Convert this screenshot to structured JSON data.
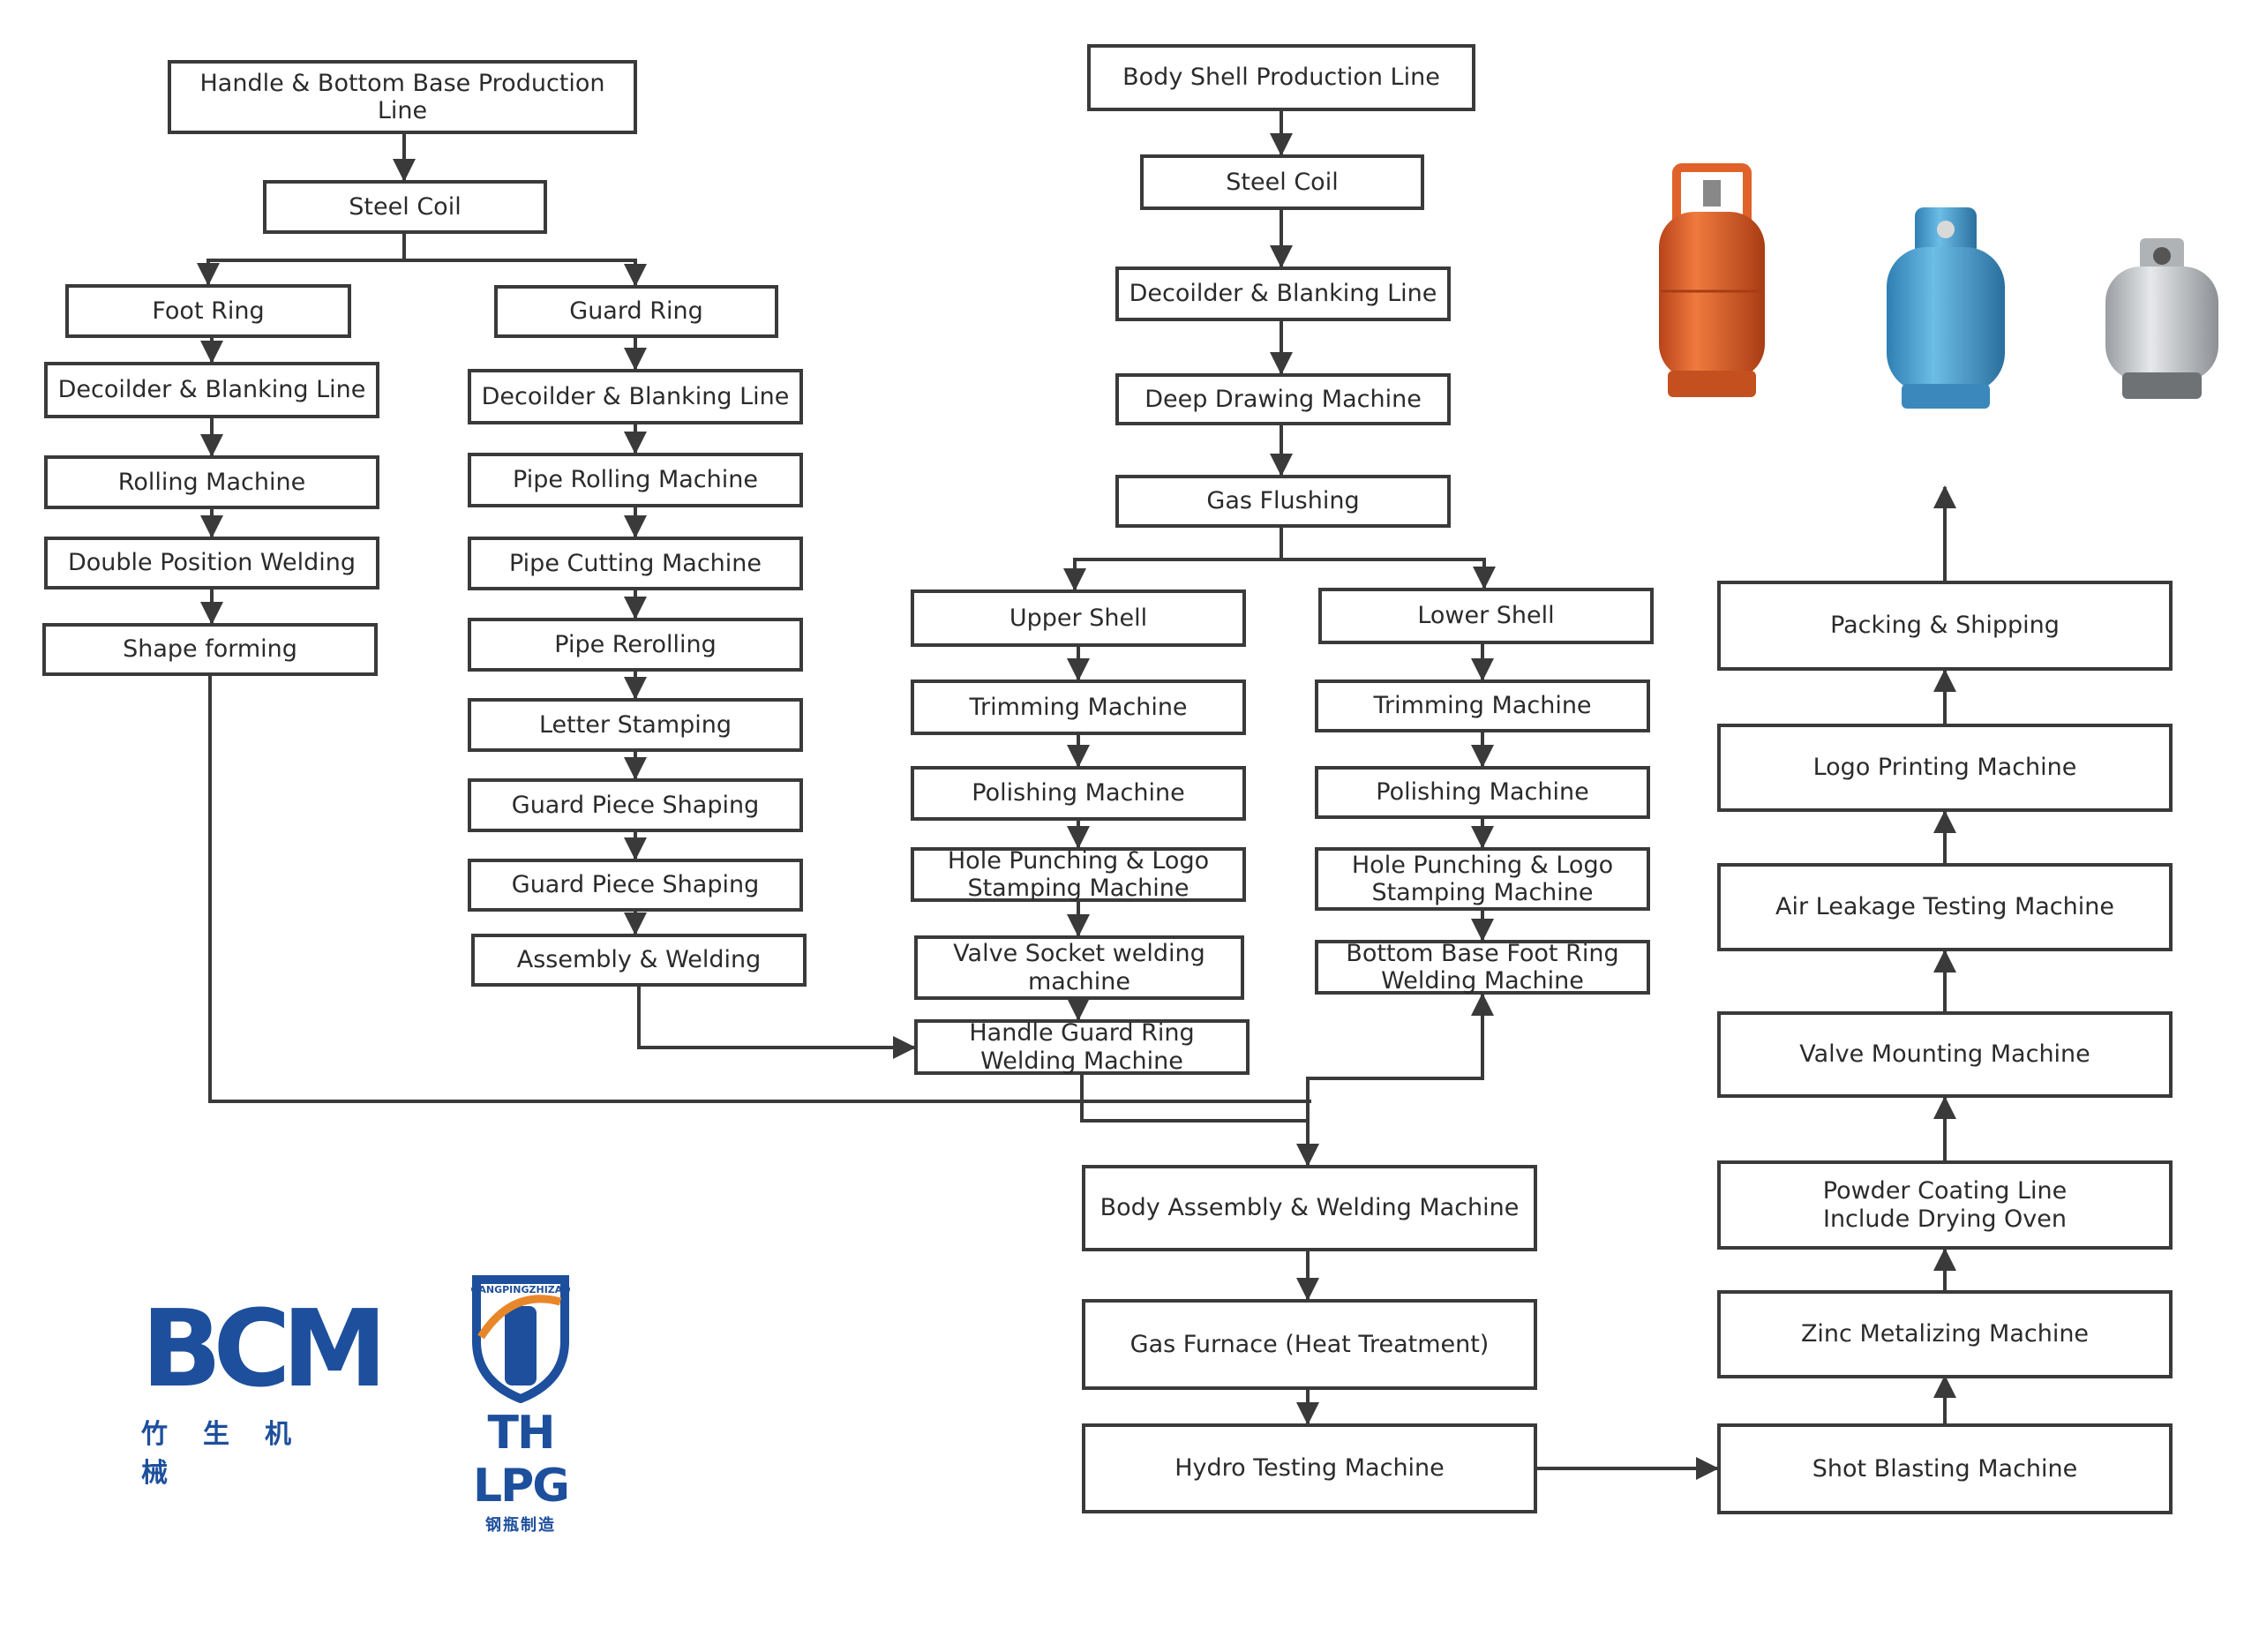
{
  "left_line": {
    "title": "Handle & Bottom Base Production Line",
    "steel_coil": "Steel Coil",
    "foot_ring_branch": [
      "Foot Ring",
      "Decoilder & Blanking Line",
      "Rolling Machine",
      "Double Position Welding",
      "Shape forming"
    ],
    "guard_ring_branch": [
      "Guard Ring",
      "Decoilder & Blanking Line",
      "Pipe Rolling Machine",
      "Pipe Cutting Machine",
      "Pipe Rerolling",
      "Letter Stamping",
      "Guard Piece Shaping",
      "Guard Piece Shaping",
      "Assembly & Welding"
    ]
  },
  "body_line": {
    "title": "Body Shell Production Line",
    "steps": [
      "Steel Coil",
      "Decoilder & Blanking Line",
      "Deep Drawing Machine",
      "Gas Flushing"
    ],
    "upper_branch": [
      "Upper Shell",
      "Trimming Machine",
      "Polishing Machine",
      "Hole Punching & Logo\nStamping Machine",
      "Valve Socket welding\nmachine",
      "Handle Guard Ring\nWelding Machine"
    ],
    "lower_branch": [
      "Lower Shell",
      "Trimming Machine",
      "Polishing Machine",
      "Hole Punching & Logo\nStamping Machine",
      "Bottom Base Foot Ring\nWelding Machine"
    ],
    "final_steps": [
      "Body Assembly & Welding Machine",
      "Gas Furnace (Heat Treatment)",
      "Hydro Testing Machine"
    ]
  },
  "finishing_line": {
    "steps_bottom_to_top": [
      "Shot Blasting Machine",
      "Zinc Metalizing Machine",
      "Powder Coating Line\nInclude Drying Oven",
      "Valve Mounting Machine",
      "Air Leakage Testing Machine",
      "Logo Printing Machine",
      "Packing & Shipping"
    ]
  },
  "products": [
    {
      "name": "orange-cylinder",
      "color": "#e0622a"
    },
    {
      "name": "blue-cylinder",
      "color": "#4aa3d6"
    },
    {
      "name": "grey-cylinder",
      "color": "#c8cbce"
    }
  ],
  "logos": {
    "bcm": {
      "text": "BCM",
      "sub": "竹生机械",
      "color": "#1d4f9c"
    },
    "thlpg": {
      "text": "TH LPG",
      "ring": "GANGPINGZHIZAO",
      "sub": "钢瓶制造",
      "color": "#1d4f9c",
      "accent": "#e8872a"
    }
  },
  "colors": {
    "line": "#3a3a3a",
    "text": "#2b2b2b"
  }
}
